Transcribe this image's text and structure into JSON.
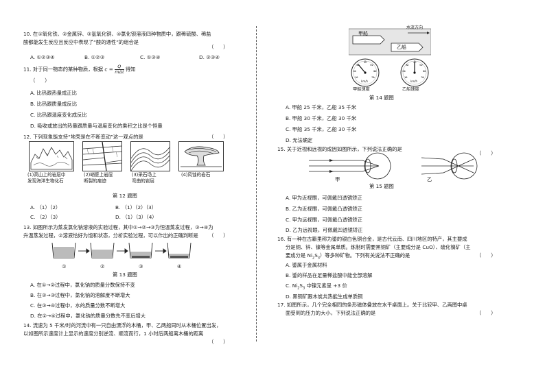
{
  "q10": {
    "line1": "10. 在①氧化铁、②金属锌、③氢氧化铜、④氯化钡溶液四种物质中，跟稀硫酸、稀盐",
    "line2": "酸都能发生反应且反应中表现了“酸的通性”的组合是",
    "paren": "（      ）",
    "opts": [
      "A. ①②③④",
      "B. ①②③",
      "C. ①③④",
      "D. ②③④"
    ]
  },
  "q11": {
    "line1a": "11. 对于同一物态的某种物质，根据",
    "formula_lhs": "c =",
    "formula_num": "Q",
    "formula_den": "mΔt",
    "line1b": "得知",
    "paren": "（      ）",
    "opts": [
      "A. 比热跟热量成正比",
      "B. 比热跟质量成反比",
      "C. 比热跟温度变化成反比",
      "D. 吸收或放出的热量跟质量与温度变化的乘积之比是个恒量"
    ]
  },
  "q12": {
    "line1": "12. 下列现象能支持“地壳是在不断变动”这一观点的是",
    "paren": "（      ）",
    "pics": [
      {
        "l1": "(1)高山上的岩层中",
        "l2": "发现海洋生物化石"
      },
      {
        "l1": "(2)峭壁上岩层",
        "l2": "断裂的痕迹"
      },
      {
        "l1": "(3)采石场上",
        "l2": "弯曲的岩层"
      },
      {
        "l1": "(4)风蚀的岩石",
        "l2": ""
      }
    ],
    "fig": "第 12 题图",
    "opts": [
      "A. （1）（2）",
      "B. （1）（2）（3）",
      "C. （2）（3）",
      "D. （1）（3）（4）"
    ]
  },
  "q13": {
    "line1": "13. 如图所示为蒸发氯化钠溶液的实验过程，其中①→②→③为恒温蒸发过程，③→④为",
    "line2": "升温蒸发过程，②溶液恰好为饱和状态，分析实验过程，可以作出的正确判断是",
    "paren": "（      ）",
    "beakers": [
      "①",
      "②",
      "③",
      "④"
    ],
    "fig": "第 13 题图",
    "opts": [
      "A. 在①→②过程中，氯化钠的质量分数保持不变",
      "B. 在②→③过程中，氯化钠的溶解度不断增大",
      "C. 在③→④过程中，水的质量分数不断增大",
      "D. 在②→④过程中，氯化钠的质量分数先不变后增大"
    ]
  },
  "q14": {
    "line1": "14. 流速为 5 千米/时的河流中有一只自由漂浮的木桶，甲、乙两船同时从木桶位置出发，",
    "line2": "以如图所示速度计上显示的速度分别逆流、顺流而行，1 小时后两船离木桶的距离",
    "paren": "（      ）",
    "boat_a": "甲船",
    "boat_b": "乙船",
    "flow": "水流方向",
    "unit": "km/h",
    "gauge_a": "甲船速度",
    "gauge_b": "乙船速度",
    "ticks": [
      "10",
      "20",
      "30",
      "40",
      "50",
      "60",
      "70"
    ],
    "fig": "第 14 题图",
    "opts": [
      "A. 甲船 25 千米，乙船 35 千米",
      "B. 甲船 30 千米，乙船 30 千米",
      "C. 甲船 35 千米，乙船 30 千米",
      "D. 无法确定"
    ]
  },
  "q15": {
    "line1": "15. 关于近视和远视的成因如图所示，下列说法正确的是",
    "paren": "（      ）",
    "eye_a": "甲",
    "eye_b": "乙",
    "fig": "第 15 题图",
    "opts": [
      "A. 甲为近视眼，可佩戴凹透镜矫正",
      "B. 乙为近视眼，可佩戴凸透镜矫正",
      "C. 甲为远视眼，可佩戴凸透镜矫正",
      "D. 乙为远视眼，可佩戴凹透镜矫正"
    ]
  },
  "q16": {
    "line1": "16. 有一种在古籍里称为鋈的银白色铜合金，是古代云南、四川地区的特产，其主要成",
    "line2": "分是铜、锌、镍等金属单质。炼制时需要黑铜矿（主要成分是 CuO）、硫化镍矿（主",
    "line3a": "要成分是 Ni",
    "sub1": "2",
    "line3b": "S",
    "sub2": "3",
    "line3c": "）等多种矿物。下列有关说法不正确的是",
    "paren": "（      ）",
    "opts": [
      "A. 鋈属于金属材料",
      "B. 鋈的样品在足量稀盐酸中能全部溶解"
    ],
    "optC_a": "C. Ni",
    "optC_sub1": "2",
    "optC_b": "S",
    "optC_sub2": "3",
    "optC_c": " 中镍元素呈 +3 价",
    "optD": "D. 黑铜矿跟木炭共热能生成单质铜"
  },
  "q17": {
    "line1": "17. 如图所示，几个完全相同的条形磁体叠放在水平桌面上。关于比较甲、乙两图中桌",
    "line2": "面受到的压力的大小，下列说法正确的是",
    "paren": "（      ）"
  }
}
